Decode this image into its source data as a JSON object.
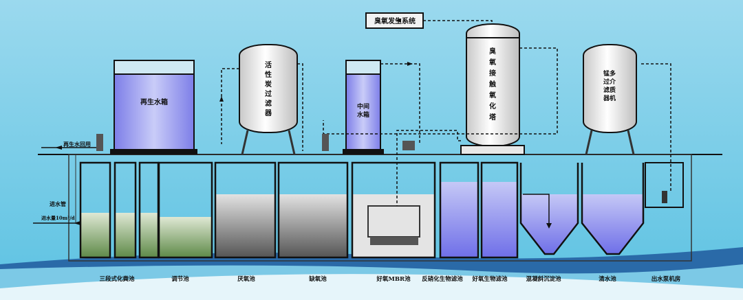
{
  "equipment": {
    "ozone_generator": "臭氧发生系统",
    "reclaimed_tank": "再生水箱",
    "carbon_filter": [
      "活",
      "性",
      "炭",
      "过",
      "滤",
      "器"
    ],
    "middle_tank": [
      "中间",
      "水箱"
    ],
    "ozone_tower": [
      "臭",
      "氧",
      "接",
      "触",
      "氧",
      "化",
      "塔"
    ],
    "multi_media_filter": [
      "锰多",
      "过介",
      "滤质",
      "器机"
    ]
  },
  "pipes": {
    "reuse": "再生水回用",
    "inlet_pipe": "进水管",
    "inlet_flow": "进水量10m³/d"
  },
  "tanks": [
    "三段式化粪池",
    "调节池",
    "厌氧池",
    "缺氧池",
    "好氧MBR池",
    "反硝化生物滤池",
    "好氧生物滤池",
    "混凝斜沉淀池",
    "清水池",
    "出水泵机房"
  ],
  "colors": {
    "sky": "#8ed3ea",
    "wave_dark": "#1f5f9e",
    "water_green": "#6f9a5a",
    "water_purple": "#8f8ff0",
    "water_gray": "#777777"
  }
}
